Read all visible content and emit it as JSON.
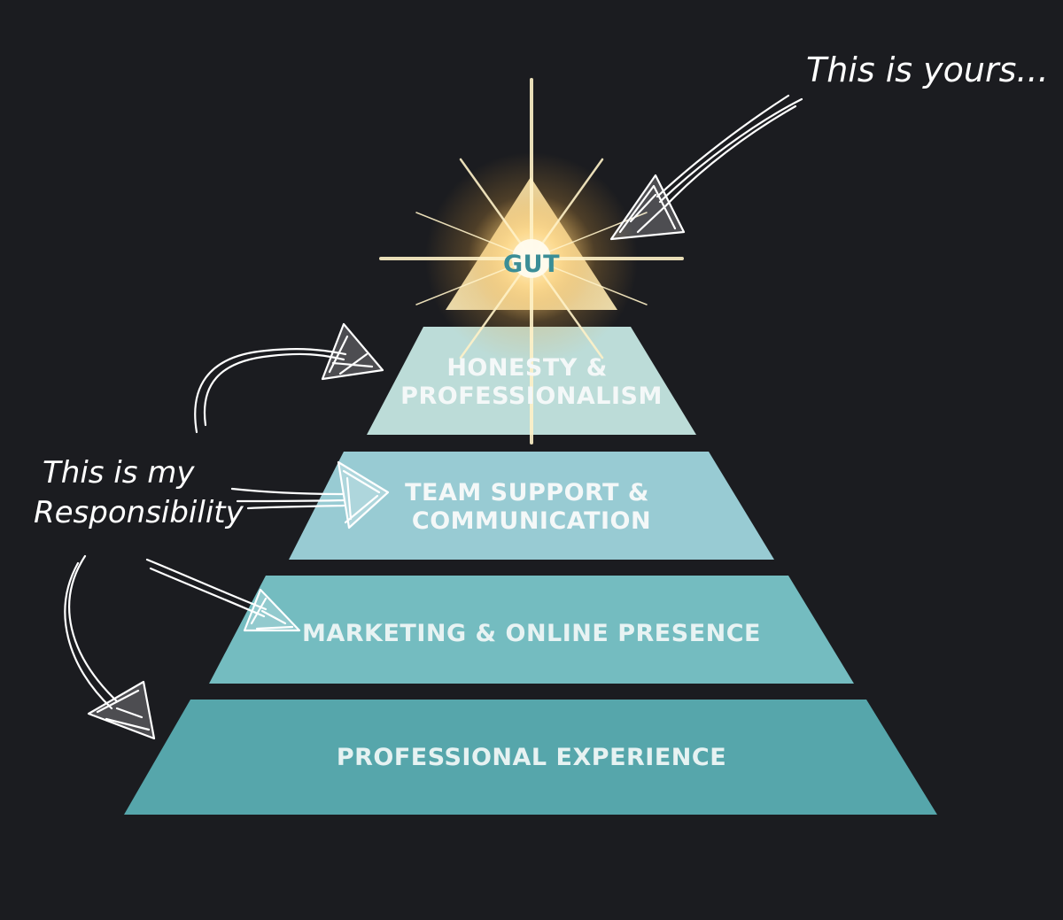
{
  "pyramid": {
    "tiers": [
      {
        "label_lines": [
          "GUT"
        ],
        "color": "#e9dcb0",
        "text_color": "#3b8e96"
      },
      {
        "label_lines": [
          "HONESTY &",
          "PROFESSIONALISM"
        ],
        "color": "#bcdcd8",
        "text_color": "#f4f8f8"
      },
      {
        "label_lines": [
          "TEAM SUPPORT &",
          "COMMUNICATION"
        ],
        "color": "#98cbd3",
        "text_color": "#f4f8f8"
      },
      {
        "label_lines": [
          "MARKETING & ONLINE PRESENCE"
        ],
        "color": "#74bcc0",
        "text_color": "#e8f3f3"
      },
      {
        "label_lines": [
          "PROFESSIONAL EXPERIENCE"
        ],
        "color": "#56a6ab",
        "text_color": "#e6f2f2"
      }
    ]
  },
  "annotations": {
    "top_note": "This is yours...",
    "side_note_line1": "This is my",
    "side_note_line2": "Responsibility"
  },
  "colors": {
    "background": "#1b1c20",
    "glow": "#ffd98a",
    "ink": "#ffffff"
  }
}
